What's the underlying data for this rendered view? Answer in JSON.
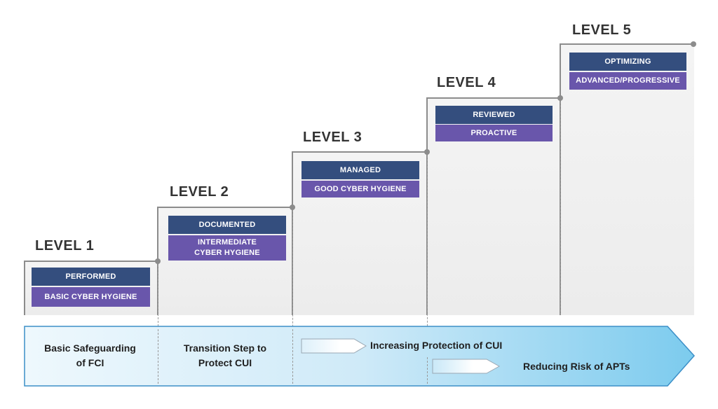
{
  "levels": [
    {
      "title": "LEVEL 1",
      "practice": "PERFORMED",
      "hygiene": "BASIC CYBER HYGIENE"
    },
    {
      "title": "LEVEL 2",
      "practice": "DOCUMENTED",
      "hygiene": "INTERMEDIATE\nCYBER HYGIENE"
    },
    {
      "title": "LEVEL 3",
      "practice": "MANAGED",
      "hygiene": "GOOD CYBER HYGIENE"
    },
    {
      "title": "LEVEL 4",
      "practice": "REVIEWED",
      "hygiene": "PROACTIVE"
    },
    {
      "title": "LEVEL 5",
      "practice": "OPTIMIZING",
      "hygiene": "ADVANCED/PROGRESSIVE"
    }
  ],
  "footer": {
    "fci": "Basic Safeguarding\nof FCI",
    "transition": "Transition Step to\nProtect CUI",
    "increasing": "Increasing Protection of CUI",
    "reducing": "Reducing Risk of APTs"
  },
  "colors": {
    "navy": "#344e7e",
    "purple": "#6956ab",
    "step_line": "#8c8c8c",
    "arrow_start": "#eef8fd",
    "arrow_end": "#7ccbee"
  }
}
